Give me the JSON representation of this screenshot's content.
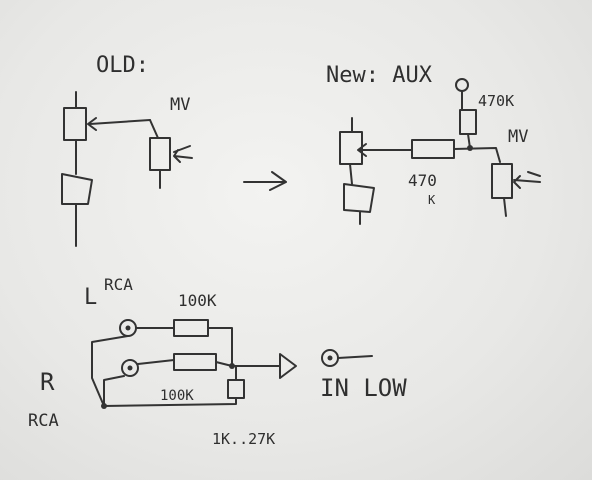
{
  "labels": {
    "old": "OLD:",
    "old_mv": "MV",
    "new": "New: AUX",
    "new_470k": "470K",
    "new_mv": "MV",
    "new_470": "470",
    "new_k": "K",
    "l_rca": "L RCA",
    "r_top_100k": "100K",
    "r_letter": "R",
    "r_rca": "RCA",
    "r_bottom_100k": "100K",
    "r_1k": "1K..27K",
    "in_low": "IN LOW"
  },
  "colors": {
    "paper": "#ececea",
    "ink": "#333333"
  }
}
